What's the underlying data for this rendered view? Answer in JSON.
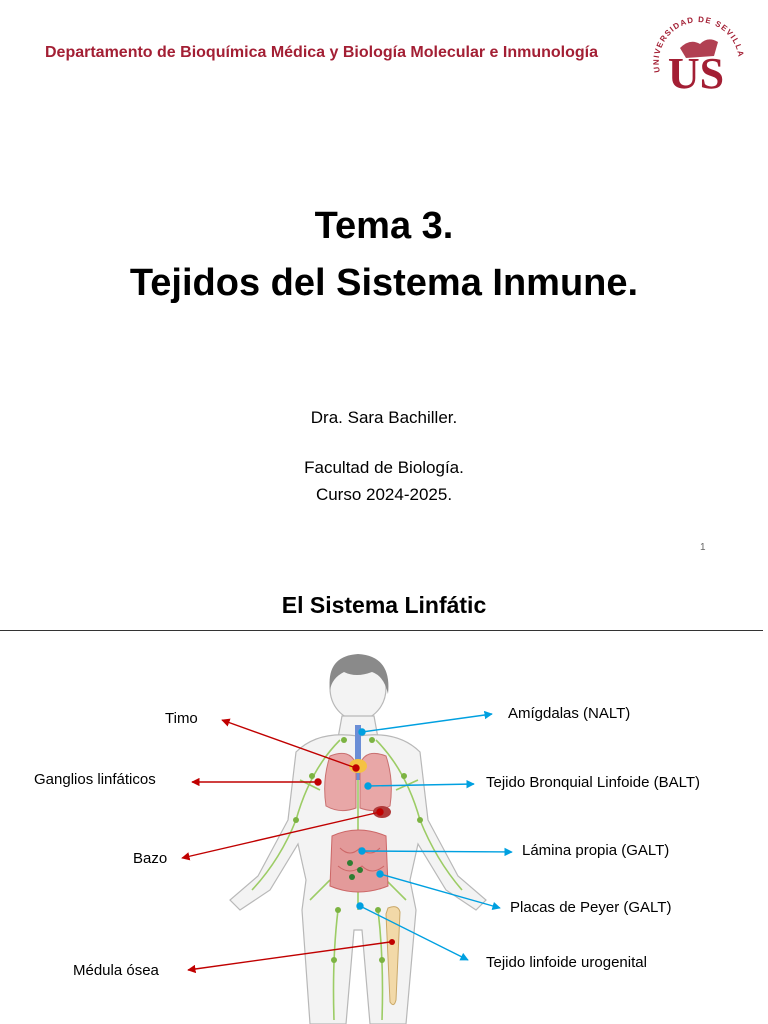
{
  "slide1": {
    "department": "Departamento de Bioquímica Médica y Biología Molecular e Inmunología",
    "logo": {
      "ring_text": "UNIVERSIDAD DE SEVILLA",
      "monogram": "US",
      "color": "#a31f34"
    },
    "title_line1": "Tema 3.",
    "title_line2": "Tejidos del Sistema Inmune.",
    "author": "Dra. Sara Bachiller.",
    "faculty": "Facultad de Biología.",
    "course": "Curso 2024-2025.",
    "page_number": "1"
  },
  "slide2": {
    "title": "El Sistema Linfátic",
    "left_labels": {
      "timo": "Timo",
      "ganglios": "Ganglios linfáticos",
      "bazo": "Bazo",
      "medula": "Médula ósea"
    },
    "right_labels": {
      "amigdalas": "Amígdalas (NALT)",
      "balt": "Tejido Bronquial Linfoide (BALT)",
      "lamina": "Lámina propia (GALT)",
      "peyer": "Placas de Peyer (GALT)",
      "urogenital": "Tejido linfoide urogenital"
    },
    "colors": {
      "primary_arrow": "#c00000",
      "secondary_arrow": "#00a0e0",
      "lymph": "#9ccc65",
      "organs": "#d98383"
    }
  }
}
